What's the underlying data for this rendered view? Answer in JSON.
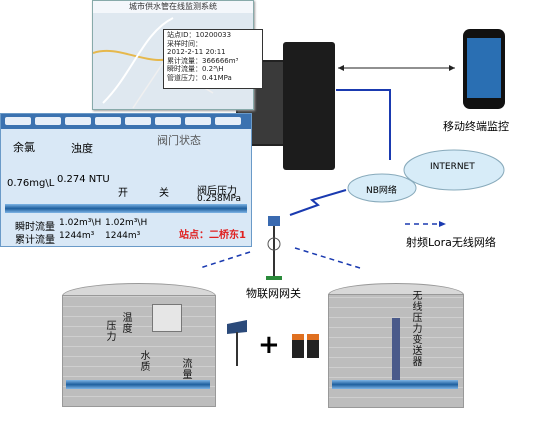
{
  "map_window": {
    "title": "城市供水管在线监测系统",
    "station_id": "站点ID：10200033",
    "sample_time_label": "采样时间：",
    "sample_time": "2012-2-11  20:11",
    "cumulative_flow": "累计流量：366666m³",
    "instant_flow": "瞬时流量：0.2³\\H",
    "pipe_pressure": "管道压力：0.41MPa"
  },
  "scada": {
    "chlorine_label": "余氯",
    "chlorine_value": "0.76mg\\L",
    "turbidity_label": "浊度",
    "turbidity_value": "0.274 NTU",
    "valve_section_title": "阀门状态",
    "valve_open": "开",
    "valve_close": "关",
    "pressure_label": "阀后压力",
    "pressure_value": "0.258MPa",
    "instant_flow_label": "瞬时流量",
    "instant_flow_value1": "1.02m³\\H",
    "instant_flow_value2": "1.02m³\\H",
    "cumulative_flow_label": "累计流量",
    "cumulative_value1": "1244m³",
    "cumulative_value2": "1244m³",
    "station_name": "站点：二桥东1"
  },
  "labels": {
    "mobile_monitor": "移动终端监控",
    "internet": "INTERNET",
    "nb_network": "NB网络",
    "rf_network": "射频Lora无线网络",
    "iot_gateway": "物联网网关",
    "plus": "+",
    "left_temp": "温度",
    "left_pressure": "压力",
    "left_level": "水质",
    "left_flow": "流量",
    "right_sensor": "无线压力变送器"
  },
  "colors": {
    "network_line": "#1a3ab0",
    "cloud_fill": "#d7ecf8",
    "station_red": "#e02020",
    "scada_bg": "#d9e8f6"
  }
}
